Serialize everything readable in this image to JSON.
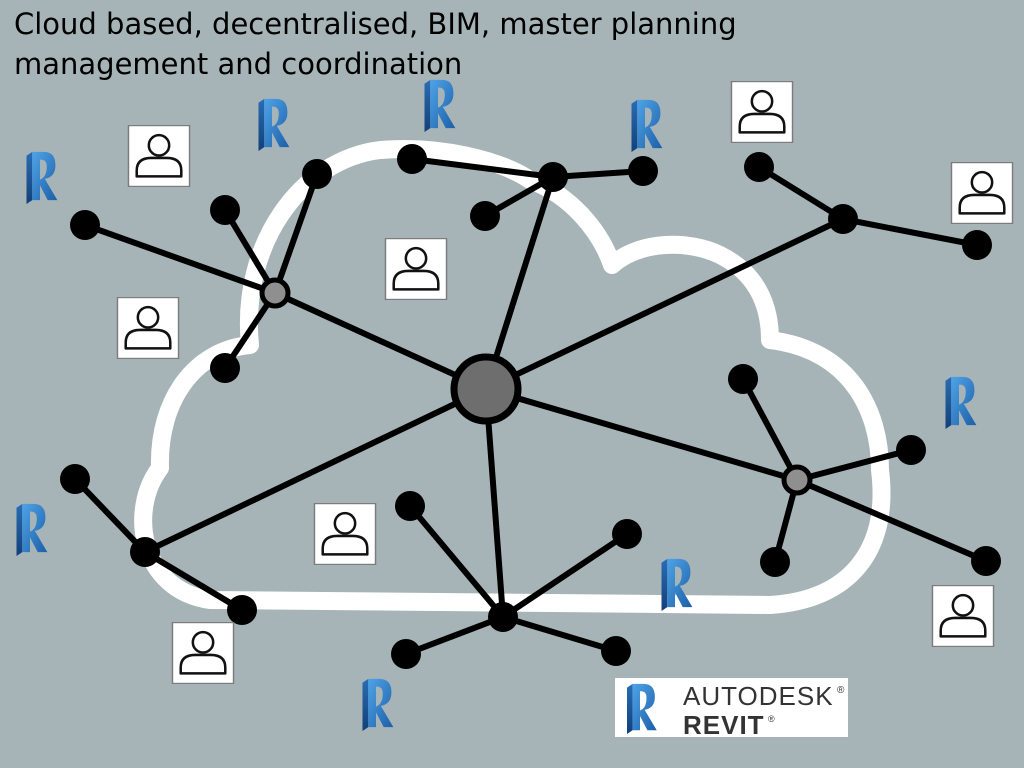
{
  "title": {
    "line1": "Cloud based, decentralised, BIM, master planning",
    "line2": "management and coordination"
  },
  "colors": {
    "background": "#a6b4b7",
    "cloud_outline": "#ffffff",
    "edge": "#000000",
    "hub_fill": "#6e6e6e",
    "sub_hub_fill": "#8f8f8f",
    "leaf_fill": "#000000",
    "revit_blue": "#2c79c2"
  },
  "icons": {
    "user": "user-icon",
    "revit": "revit-logo-icon"
  },
  "logo": {
    "brand": "AUTODESK",
    "product": "REVIT",
    "mark": "R",
    "registered": "®"
  }
}
